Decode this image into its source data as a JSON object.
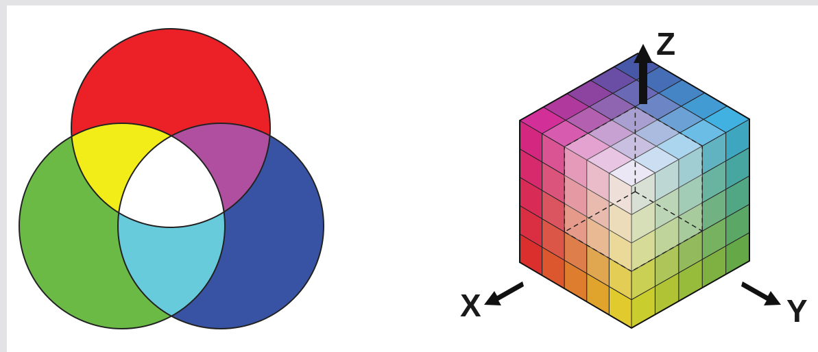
{
  "venn": {
    "primaries": [
      {
        "name": "red-circle",
        "color": "#ec2027"
      },
      {
        "name": "green-circle",
        "color": "#6aba45"
      },
      {
        "name": "blue-circle",
        "color": "#3853a4"
      }
    ],
    "overlaps": {
      "red_green": "#f2ec19",
      "red_blue": "#b04f9f",
      "green_blue": "#67cbdb",
      "all": "#ffffff"
    },
    "outline_color": "#222222"
  },
  "cube": {
    "axes": {
      "x_label": "X",
      "y_label": "Y",
      "z_label": "Z"
    },
    "grid_divisions": 5,
    "corner_colors": {
      "black": "#000000",
      "x_red": "#ec2027",
      "y_green": "#6aba45",
      "z_blue": "#3853a4",
      "xy_yellow": "#f2ec19",
      "xz_magenta": "#e0128a",
      "yz_cyan": "#2bb5e6",
      "white": "#ffffff"
    }
  }
}
